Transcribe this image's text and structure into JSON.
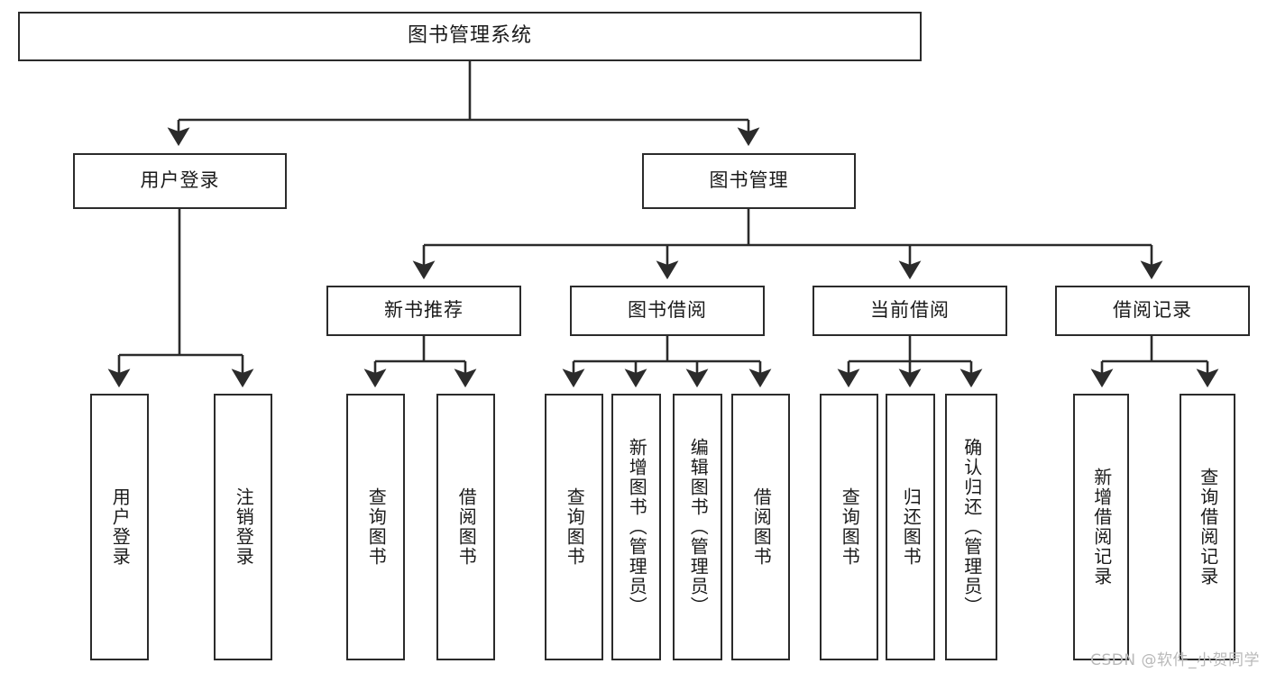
{
  "diagram": {
    "type": "tree",
    "title": "图书管理系统",
    "root": {
      "label": "图书管理系统",
      "level": 1
    },
    "level2": [
      {
        "label": "用户登录"
      },
      {
        "label": "图书管理"
      }
    ],
    "level3": [
      {
        "label": "新书推荐",
        "parent": "图书管理"
      },
      {
        "label": "图书借阅",
        "parent": "图书管理"
      },
      {
        "label": "当前借阅",
        "parent": "图书管理"
      },
      {
        "label": "借阅记录",
        "parent": "图书管理"
      }
    ],
    "leaves": {
      "user_login": [
        {
          "label": "用户登录"
        },
        {
          "label": "注销登录"
        }
      ],
      "new_book_recommend": [
        {
          "label": "查询图书"
        },
        {
          "label": "借阅图书"
        }
      ],
      "book_borrow": [
        {
          "label": "查询图书"
        },
        {
          "label": "新增图书（管理员）"
        },
        {
          "label": "编辑图书（管理员）"
        },
        {
          "label": "借阅图书"
        }
      ],
      "current_borrow": [
        {
          "label": "查询图书"
        },
        {
          "label": "归还图书"
        },
        {
          "label": "确认归还（管理员）"
        }
      ],
      "borrow_records": [
        {
          "label": "新增借阅记录"
        },
        {
          "label": "查询借阅记录"
        }
      ]
    },
    "watermark": "CSDN @软件_小贺同学",
    "colors": {
      "stroke": "#2b2b2b",
      "fill": "#ffffff",
      "text": "#1a1a1a",
      "watermark": "#b9b9b9"
    }
  }
}
